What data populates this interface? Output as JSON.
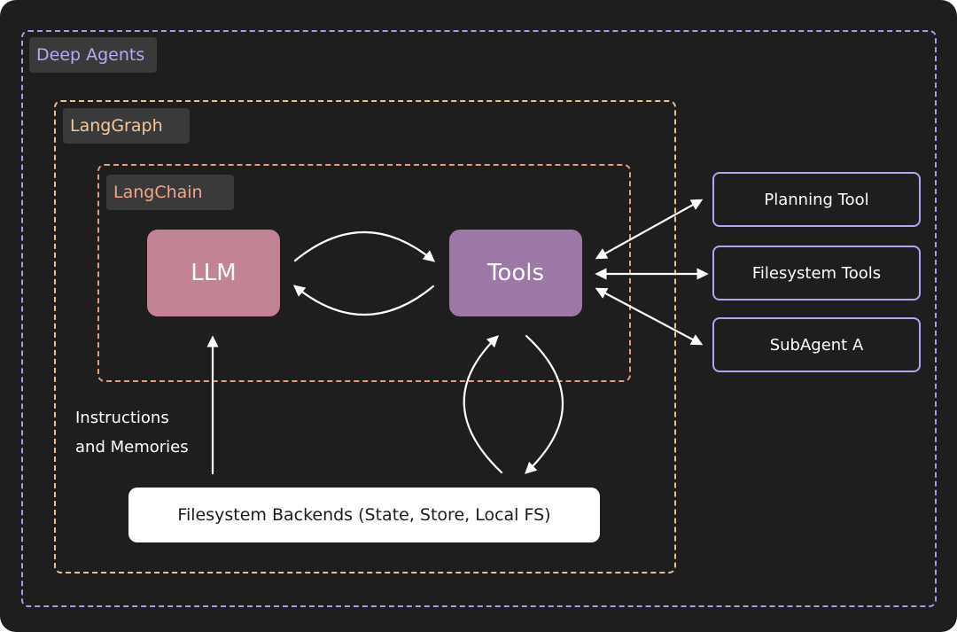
{
  "regions": {
    "deep_agents": "Deep Agents",
    "langgraph": "LangGraph",
    "langchain": "LangChain"
  },
  "nodes": {
    "llm": "LLM",
    "tools": "Tools"
  },
  "side_tools": [
    {
      "label": "Planning Tool"
    },
    {
      "label": "Filesystem Tools"
    },
    {
      "label": "SubAgent A"
    }
  ],
  "backend": {
    "label": "Filesystem Backends (State, Store, Local FS)"
  },
  "instructions": {
    "line1": "Instructions",
    "line2": "and Memories"
  },
  "colors": {
    "background": "#1e1e1e",
    "deep_agents_accent": "#a99bf0",
    "langgraph_accent": "#f1c08c",
    "langchain_accent": "#e79c7f",
    "llm_fill": "#c28394",
    "tools_fill": "#9d77a6",
    "arrow": "#ffffff"
  }
}
